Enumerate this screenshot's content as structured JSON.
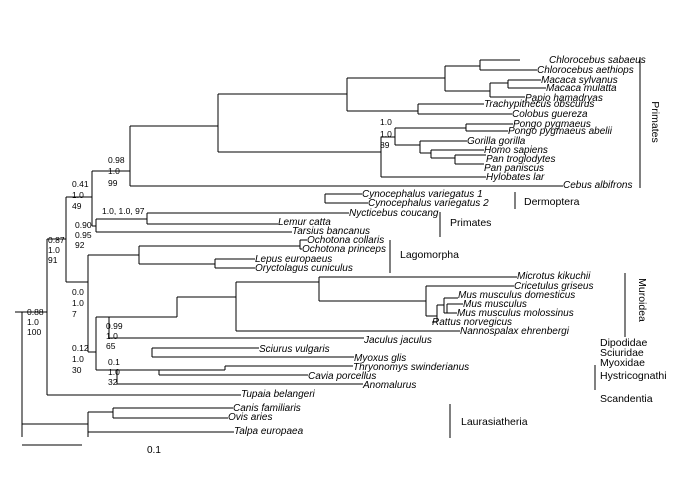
{
  "tips": [
    "Chlorocebus sabaeus",
    "Chlorocebus aethiops",
    "Macaca sylvanus",
    "Macaca mulatta",
    "Papio hamadryas",
    "Trachypithecus obscurus",
    "Colobus guereza",
    "Pongo pygmaeus",
    "Pongo pygmaeus abelii",
    "Gorilla gorilla",
    "Homo sapiens",
    "Pan troglodytes",
    "Pan paniscus",
    "Hylobates lar",
    "Cebus albifrons",
    "Cynocephalus variegatus 1",
    "Cynocephalus variegatus 2",
    "Nycticebus coucang",
    "Lemur catta",
    "Tarsius bancanus",
    "Ochotona collaris",
    "Ochotona princeps",
    "Lepus europaeus",
    "Oryctolagus cuniculus",
    "Microtus kikuchii",
    "Cricetulus griseus",
    "Mus musculus domesticus",
    "Mus musculus",
    "Mus musculus molossinus",
    "Rattus norvegicus",
    "Nannospalax ehrenbergi",
    "Jaculus jaculus",
    "Sciurus vulgaris",
    "Myoxus glis",
    "Thryonomys swinderianus",
    "Cavia porcellus",
    "Anomalurus",
    "Tupaia belangeri",
    "Canis familiaris",
    "Ovis aries",
    "Talpa europaea"
  ],
  "clades": [
    "Primates",
    "Dermoptera",
    "Primates",
    "Lagomorpha",
    "Muroidea",
    "Dipodidae",
    "Sciuridae",
    "Myoxidae",
    "Hystricognathi",
    "Scandentia",
    "Laurasiatheria"
  ],
  "supports": [
    "1.0",
    "1.0",
    "89",
    "0.98",
    "1.0",
    "99",
    "0.41",
    "1.0",
    "49",
    "1.0, 1.0, 97",
    "0.90",
    "0.95",
    "92",
    "0.87",
    "1.0",
    "91",
    "0.0",
    "1.0",
    "7",
    "0.99",
    "1.0",
    "65",
    "0.12",
    "1.0",
    "30",
    "0.1",
    "1.0",
    "32",
    "0.88",
    "1.0",
    "100"
  ],
  "scale_bar": {
    "label": "0.1"
  },
  "colors": {
    "line": "#000000",
    "text": "#000000",
    "background": "#ffffff"
  }
}
